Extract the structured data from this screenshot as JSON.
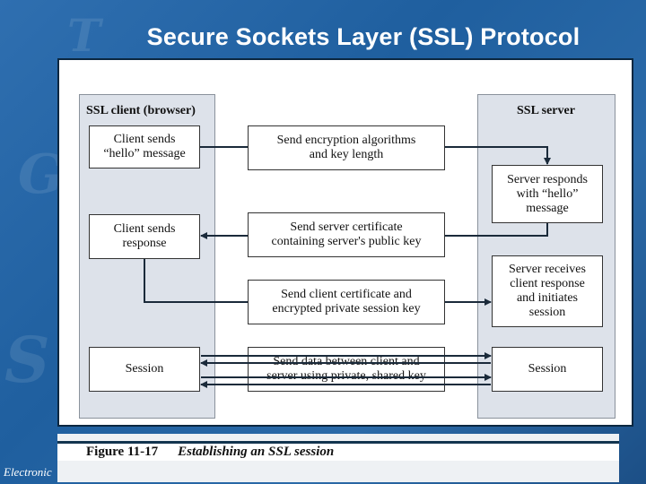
{
  "slide": {
    "title": "Secure Sockets Layer (SSL) Protocol",
    "footer": "Electronic"
  },
  "diagram": {
    "client_header": "SSL client (browser)",
    "server_header": "SSL server",
    "client_boxes": [
      "Client sends\n“hello” message",
      "Client sends\nresponse",
      "Session"
    ],
    "server_boxes": [
      "Server responds\nwith “hello”\nmessage",
      "Server receives\nclient response\nand initiates\nsession",
      "Session"
    ],
    "middle_boxes": [
      "Send encryption algorithms\nand key length",
      "Send server certificate\ncontaining server's public key",
      "Send client certificate and\nencrypted private session key",
      "Send data between client and\nserver using private, shared key"
    ]
  },
  "caption": {
    "figure_number": "Figure 11-17",
    "figure_title": "Establishing an SSL session"
  },
  "colors": {
    "background": "#2f6fb0",
    "column_fill": "#dde2ea",
    "line": "#1a2a3a"
  }
}
